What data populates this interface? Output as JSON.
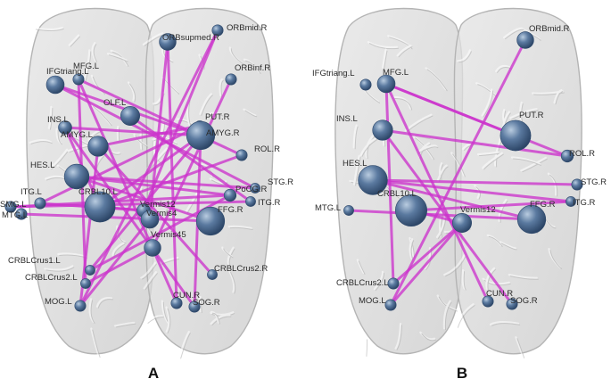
{
  "panels": [
    {
      "id": "A",
      "label": "A",
      "nodes": [
        {
          "id": "ORBsupmed",
          "label": "ORBsupmed.R",
          "size": 1.0
        },
        {
          "id": "ORBmid",
          "label": "ORBmid.R",
          "size": 0.5
        },
        {
          "id": "IFGtriang",
          "label": "IFGtriang.L",
          "size": 1.1
        },
        {
          "id": "MFG",
          "label": "MFG.L",
          "size": 0.5
        },
        {
          "id": "ORBinf",
          "label": "ORBinf.R",
          "size": 0.5
        },
        {
          "id": "OLF",
          "label": "OLF.L",
          "size": 1.2
        },
        {
          "id": "INS",
          "label": "INS.L",
          "size": 0.7
        },
        {
          "id": "PUT",
          "label": "PUT.R",
          "size": 0.4
        },
        {
          "id": "AMYGL",
          "label": "AMYG.L",
          "size": 1.3
        },
        {
          "id": "AMYGR",
          "label": "AMYG.R",
          "size": 2.0
        },
        {
          "id": "ROL",
          "label": "ROL.R",
          "size": 0.5
        },
        {
          "id": "HES",
          "label": "HES.L",
          "size": 1.7
        },
        {
          "id": "STG",
          "label": "STG.R",
          "size": 0.4
        },
        {
          "id": "PoCG",
          "label": "PoCG.R",
          "size": 0.6
        },
        {
          "id": "ITGL",
          "label": "ITG.L",
          "size": 0.5
        },
        {
          "id": "SMG",
          "label": "SMG.L",
          "size": 0.5
        },
        {
          "id": "CRBL10",
          "label": "CRBL10.L",
          "size": 2.2
        },
        {
          "id": "ITGR",
          "label": "ITG.R",
          "size": 0.4
        },
        {
          "id": "MTG",
          "label": "MTG.L",
          "size": 0.5
        },
        {
          "id": "Vermis12",
          "label": "Vermis12",
          "size": 0.7
        },
        {
          "id": "Vermis4",
          "label": "Vermis4",
          "size": 1.1
        },
        {
          "id": "FFG",
          "label": "FFG.R",
          "size": 2.0
        },
        {
          "id": "Vermis45",
          "label": "Vermis45",
          "size": 1.0
        },
        {
          "id": "CRBLCrus1",
          "label": "CRBLCrus1.L",
          "size": 0.4
        },
        {
          "id": "CRBLCrus2L",
          "label": "CRBLCrus2.L",
          "size": 0.4
        },
        {
          "id": "CRBLCrus2R",
          "label": "CRBLCrus2.R",
          "size": 0.4
        },
        {
          "id": "MOG",
          "label": "MOG.L",
          "size": 0.5
        },
        {
          "id": "CUN",
          "label": "CUN.R",
          "size": 0.5
        },
        {
          "id": "SOG",
          "label": "SOG.R",
          "size": 0.5
        }
      ],
      "edges": [
        [
          "ORBsupmed",
          "Vermis4"
        ],
        [
          "ORBsupmed",
          "CUN"
        ],
        [
          "ORBmid",
          "MOG"
        ],
        [
          "ORBmid",
          "Vermis12"
        ],
        [
          "IFGtriang",
          "AMYGR"
        ],
        [
          "IFGtriang",
          "STG"
        ],
        [
          "MFG",
          "CRBLCrus2L"
        ],
        [
          "MFG",
          "CUN"
        ],
        [
          "MFG",
          "ROL"
        ],
        [
          "ORBinf",
          "Vermis45"
        ],
        [
          "OLF",
          "ITGR"
        ],
        [
          "INS",
          "AMYGR"
        ],
        [
          "INS",
          "CRBL10"
        ],
        [
          "INS",
          "SOG"
        ],
        [
          "AMYGL",
          "PUT"
        ],
        [
          "AMYGL",
          "MOG"
        ],
        [
          "AMYGL",
          "CRBLCrus2R"
        ],
        [
          "HES",
          "STG"
        ],
        [
          "HES",
          "PoCG"
        ],
        [
          "HES",
          "FFG"
        ],
        [
          "SMG",
          "ITGR"
        ],
        [
          "SMG",
          "PoCG"
        ],
        [
          "MTG",
          "FFG"
        ],
        [
          "CRBL10",
          "AMYGR"
        ],
        [
          "CRBL10",
          "Vermis12"
        ],
        [
          "CRBL10",
          "ROL"
        ],
        [
          "AMYGR",
          "CRBLCrus1"
        ],
        [
          "AMYGR",
          "SOG"
        ],
        [
          "Vermis12",
          "ITGL"
        ],
        [
          "Vermis4",
          "MOG"
        ],
        [
          "ITGL",
          "PUT"
        ],
        [
          "Vermis45",
          "CRBLCrus2L"
        ],
        [
          "CRBLCrus1",
          "PoCG"
        ]
      ]
    },
    {
      "id": "B",
      "label": "B",
      "nodes": [
        {
          "id": "ORBmid",
          "label": "ORBmid.R",
          "size": 1.0
        },
        {
          "id": "IFGtriang",
          "label": "IFGtriang.L",
          "size": 0.5
        },
        {
          "id": "MFG",
          "label": "MFG.L",
          "size": 1.1
        },
        {
          "id": "INS",
          "label": "INS.L",
          "size": 1.3
        },
        {
          "id": "PUT",
          "label": "PUT.R",
          "size": 2.2
        },
        {
          "id": "ROL",
          "label": "ROL.R",
          "size": 0.6
        },
        {
          "id": "HES",
          "label": "HES.L",
          "size": 2.1
        },
        {
          "id": "STG",
          "label": "STG.R",
          "size": 0.5
        },
        {
          "id": "CRBL10",
          "label": "CRBL10.L",
          "size": 2.3
        },
        {
          "id": "MTG",
          "label": "MTG.L",
          "size": 0.4
        },
        {
          "id": "Vermis12",
          "label": "Vermis12",
          "size": 1.2
        },
        {
          "id": "FFG",
          "label": "FFG.R",
          "size": 2.0
        },
        {
          "id": "ITGR",
          "label": "ITG.R",
          "size": 0.4
        },
        {
          "id": "CRBLCrus2L",
          "label": "CRBLCrus2.L",
          "size": 0.5
        },
        {
          "id": "MOG",
          "label": "MOG.L",
          "size": 0.5
        },
        {
          "id": "CUN",
          "label": "CUN.R",
          "size": 0.5
        },
        {
          "id": "SOG",
          "label": "SOG.R",
          "size": 0.5
        }
      ],
      "edges": [
        [
          "ORBmid",
          "MOG"
        ],
        [
          "MFG",
          "ROL"
        ],
        [
          "MFG",
          "CRBLCrus2L"
        ],
        [
          "MFG",
          "CUN"
        ],
        [
          "MFG",
          "PUT"
        ],
        [
          "INS",
          "ROL"
        ],
        [
          "INS",
          "SOG"
        ],
        [
          "HES",
          "STG"
        ],
        [
          "HES",
          "FFG"
        ],
        [
          "HES",
          "ITGR"
        ],
        [
          "MTG",
          "FFG"
        ],
        [
          "CRBL10",
          "Vermis12"
        ],
        [
          "CRBL10",
          "ITGR"
        ],
        [
          "Vermis12",
          "MOG"
        ],
        [
          "CRBLCrus2L",
          "Vermis12"
        ]
      ]
    }
  ],
  "colors": {
    "edge": "#cc33cc",
    "node": "#4a6a93",
    "brain_fill": "#d6d6d6",
    "brain_stroke": "#b4b4b4"
  }
}
